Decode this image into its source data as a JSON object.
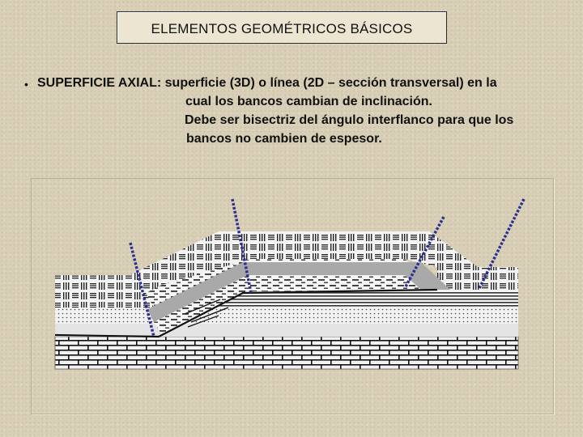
{
  "title": "ELEMENTOS GEOMÉTRICOS BÁSICOS",
  "bullet_symbol": "•",
  "definition": {
    "term": "SUPERFICIE  AXIAL:",
    "line1": "superficie (3D) o línea (2D – sección transversal) en la",
    "line2": "cual los bancos cambian de inclinación.",
    "line3": "Debe ser bisectriz del ángulo interflanco para que los",
    "line4": "bancos no cambien de espesor."
  },
  "colors": {
    "background": "#d8cfb6",
    "axial_trace": "#2b2f92",
    "grey_bed": "#a9a9a9",
    "fault_line": "#111111"
  }
}
